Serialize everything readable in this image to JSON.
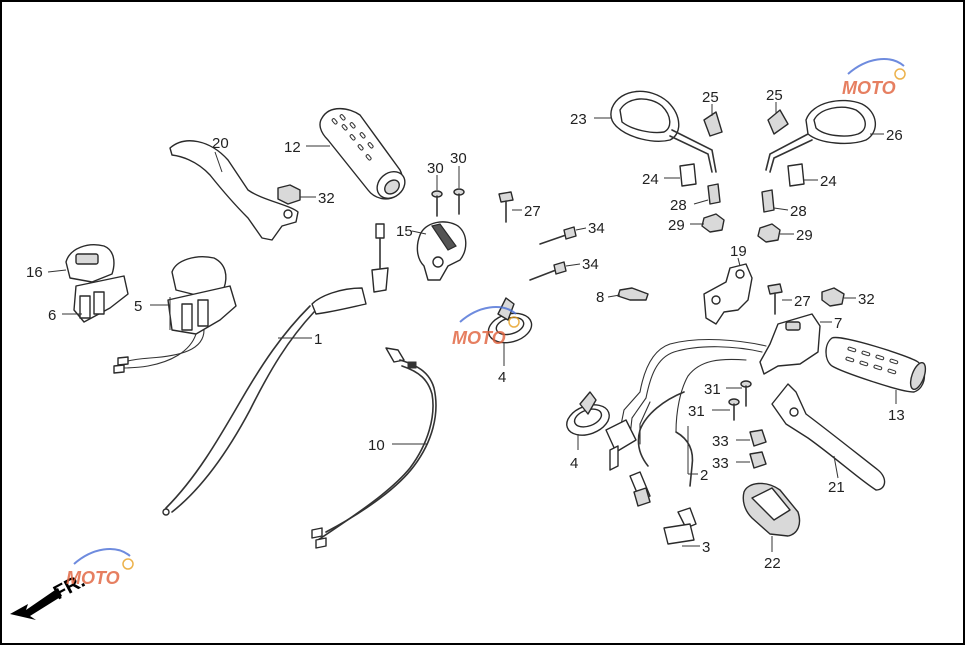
{
  "diagram": {
    "frame_color": "#000000",
    "background": "#ffffff",
    "direction_label": "FR.",
    "watermark": {
      "text": "MOTO",
      "colors": [
        "#4a6fd6",
        "#e0603a",
        "#e8a020",
        "#b04aa0"
      ]
    },
    "callouts": {
      "c1": "1",
      "c2": "2",
      "c3": "3",
      "c4a": "4",
      "c4b": "4",
      "c5": "5",
      "c6": "6",
      "c7": "7",
      "c8": "8",
      "c10": "10",
      "c12": "12",
      "c13": "13",
      "c15": "15",
      "c16": "16",
      "c19": "19",
      "c20": "20",
      "c21": "21",
      "c22": "22",
      "c23": "23",
      "c24a": "24",
      "c24b": "24",
      "c25a": "25",
      "c25b": "25",
      "c26": "26",
      "c27a": "27",
      "c27b": "27",
      "c28a": "28",
      "c28b": "28",
      "c29a": "29",
      "c29b": "29",
      "c30a": "30",
      "c30b": "30",
      "c31a": "31",
      "c31b": "31",
      "c32a": "32",
      "c32b": "32",
      "c33a": "33",
      "c33b": "33",
      "c34a": "34",
      "c34b": "34"
    }
  }
}
